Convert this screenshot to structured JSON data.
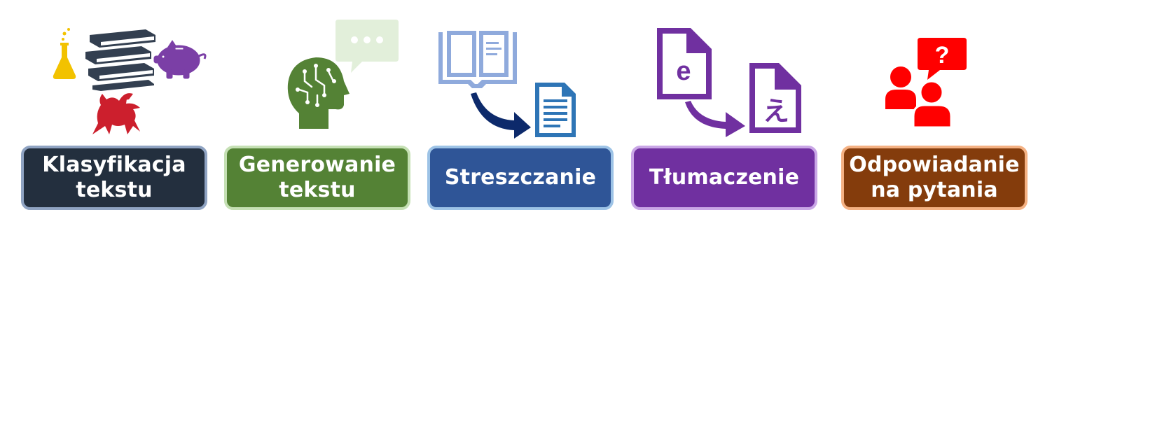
{
  "tasks": [
    {
      "id": "text-classification",
      "label": "Klasyfikacja\ntekstu",
      "icons": [
        "flask-icon",
        "books-icon",
        "piggy-bank-icon",
        "dragon-icon"
      ],
      "colors": {
        "box": "#232f3e",
        "border": "#8fa3c2",
        "flask": "#f2c200",
        "books": "#333f50",
        "piggy": "#7b3fa6",
        "dragon": "#cc1f2d"
      }
    },
    {
      "id": "text-generation",
      "label": "Generowanie\ntekstu",
      "icons": [
        "brain-head-icon",
        "speech-bubble-icon"
      ],
      "colors": {
        "box": "#548235",
        "border": "#c5e0b4",
        "head": "#548235",
        "bubble": "#e2efda"
      }
    },
    {
      "id": "summarization",
      "label": "Streszczanie",
      "icons": [
        "open-book-icon",
        "arrow-icon",
        "document-icon"
      ],
      "colors": {
        "box": "#2f5597",
        "border": "#9dc3e6",
        "book": "#8faadc",
        "arrow": "#0d2a6b",
        "doc": "#2e75b6"
      }
    },
    {
      "id": "translation",
      "label": "Tłumaczenie",
      "icons": [
        "document-e-icon",
        "arrow-icon",
        "document-char-icon"
      ],
      "glyphs": {
        "source": "e",
        "target": "え"
      },
      "colors": {
        "box": "#7030a0",
        "border": "#c9a6e6",
        "doc": "#7030a0",
        "arrow": "#7030a0"
      }
    },
    {
      "id": "question-answering",
      "label": "Odpowiadanie\nna pytania",
      "icons": [
        "people-icon",
        "question-bubble-icon"
      ],
      "glyphs": {
        "question": "?"
      },
      "colors": {
        "box": "#843c0c",
        "border": "#f4b183",
        "people": "#ff0000",
        "bubble": "#ff0000"
      }
    }
  ]
}
